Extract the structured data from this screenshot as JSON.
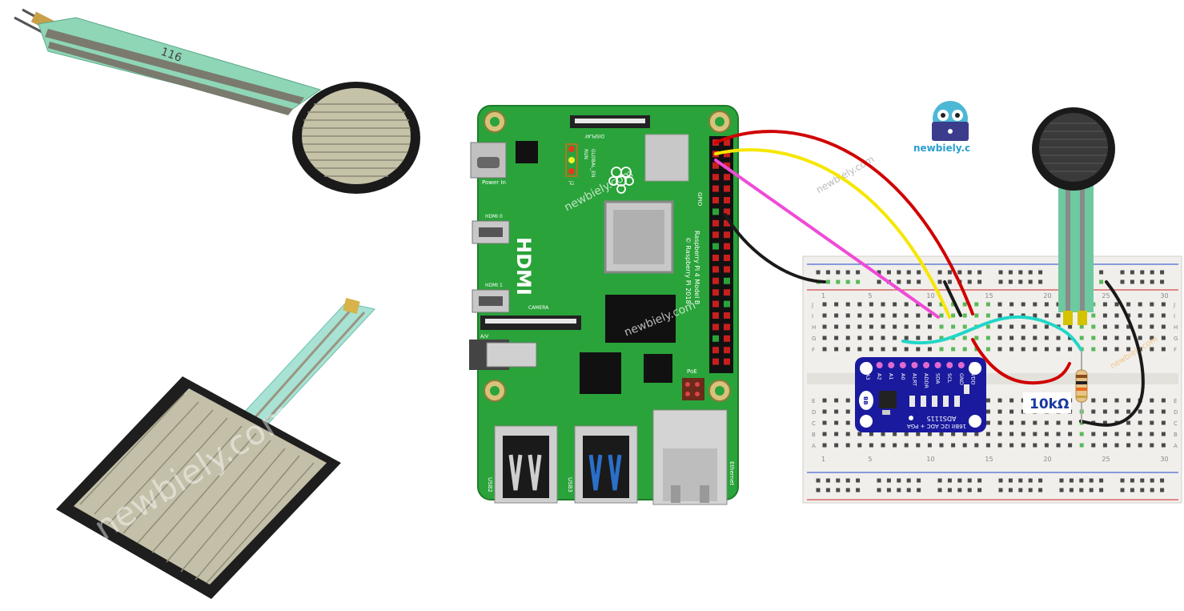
{
  "colors": {
    "pcb_green": "#2aa33a",
    "pcb_dark": "#1f7d2b",
    "ads_blue": "#1a1a9e",
    "wire_red": "#d00000",
    "wire_yellow": "#f6e600",
    "wire_magenta": "#f04ad8",
    "wire_black": "#1a1a1a",
    "wire_cyan": "#22d6c8",
    "sensor_black": "#1a1a1a",
    "trace_green": "#6cc9a0"
  },
  "watermarks": {
    "left_pad": "newbiely.com",
    "pi_top": "newbiely.com",
    "pi_center": "newbiely.com",
    "board_top": "newbiely.com",
    "board_right": "newbiely.com"
  },
  "logo": {
    "text": "newbiely.c"
  },
  "round_fsr": {
    "tail_label": "116"
  },
  "raspberry_pi": {
    "display_label": "DISPLAY",
    "power_label": "Power In",
    "hdmi0_label": "HDMI 0",
    "hdmi1_label": "HDMI 1",
    "hdmi_big_label": "HDMI",
    "camera_label": "CAMERA",
    "av_label": "A/V",
    "gpio_label": "GPIO",
    "model_label": "Raspberry Pi 4 Model B",
    "copyright_label": "© Raspberry Pi 2018",
    "led_labels": [
      "RUN",
      "GLOBAL_EN",
      "J2"
    ],
    "poe_label": "PoE",
    "usb2_label": "USB2",
    "usb3_label": "USB3",
    "ethernet_label": "Ethernet"
  },
  "breadboard": {
    "column_numbers": [
      "1",
      "5",
      "10",
      "15",
      "20",
      "25",
      "30"
    ],
    "row_letters_top": [
      "J",
      "I",
      "H",
      "G",
      "F"
    ],
    "row_letters_bottom": [
      "E",
      "D",
      "C",
      "B",
      "A"
    ]
  },
  "ads1115": {
    "pin_labels": [
      "A3",
      "A2",
      "A1",
      "A0",
      "ALRT",
      "ADDR",
      "SDA",
      "SCL",
      "GND",
      "VDD"
    ],
    "title_line1": "ADS1115",
    "title_line2": "16Bit I2C ADC + PGA",
    "logo_text": "BB"
  },
  "resistor": {
    "label": "10kΩ"
  }
}
